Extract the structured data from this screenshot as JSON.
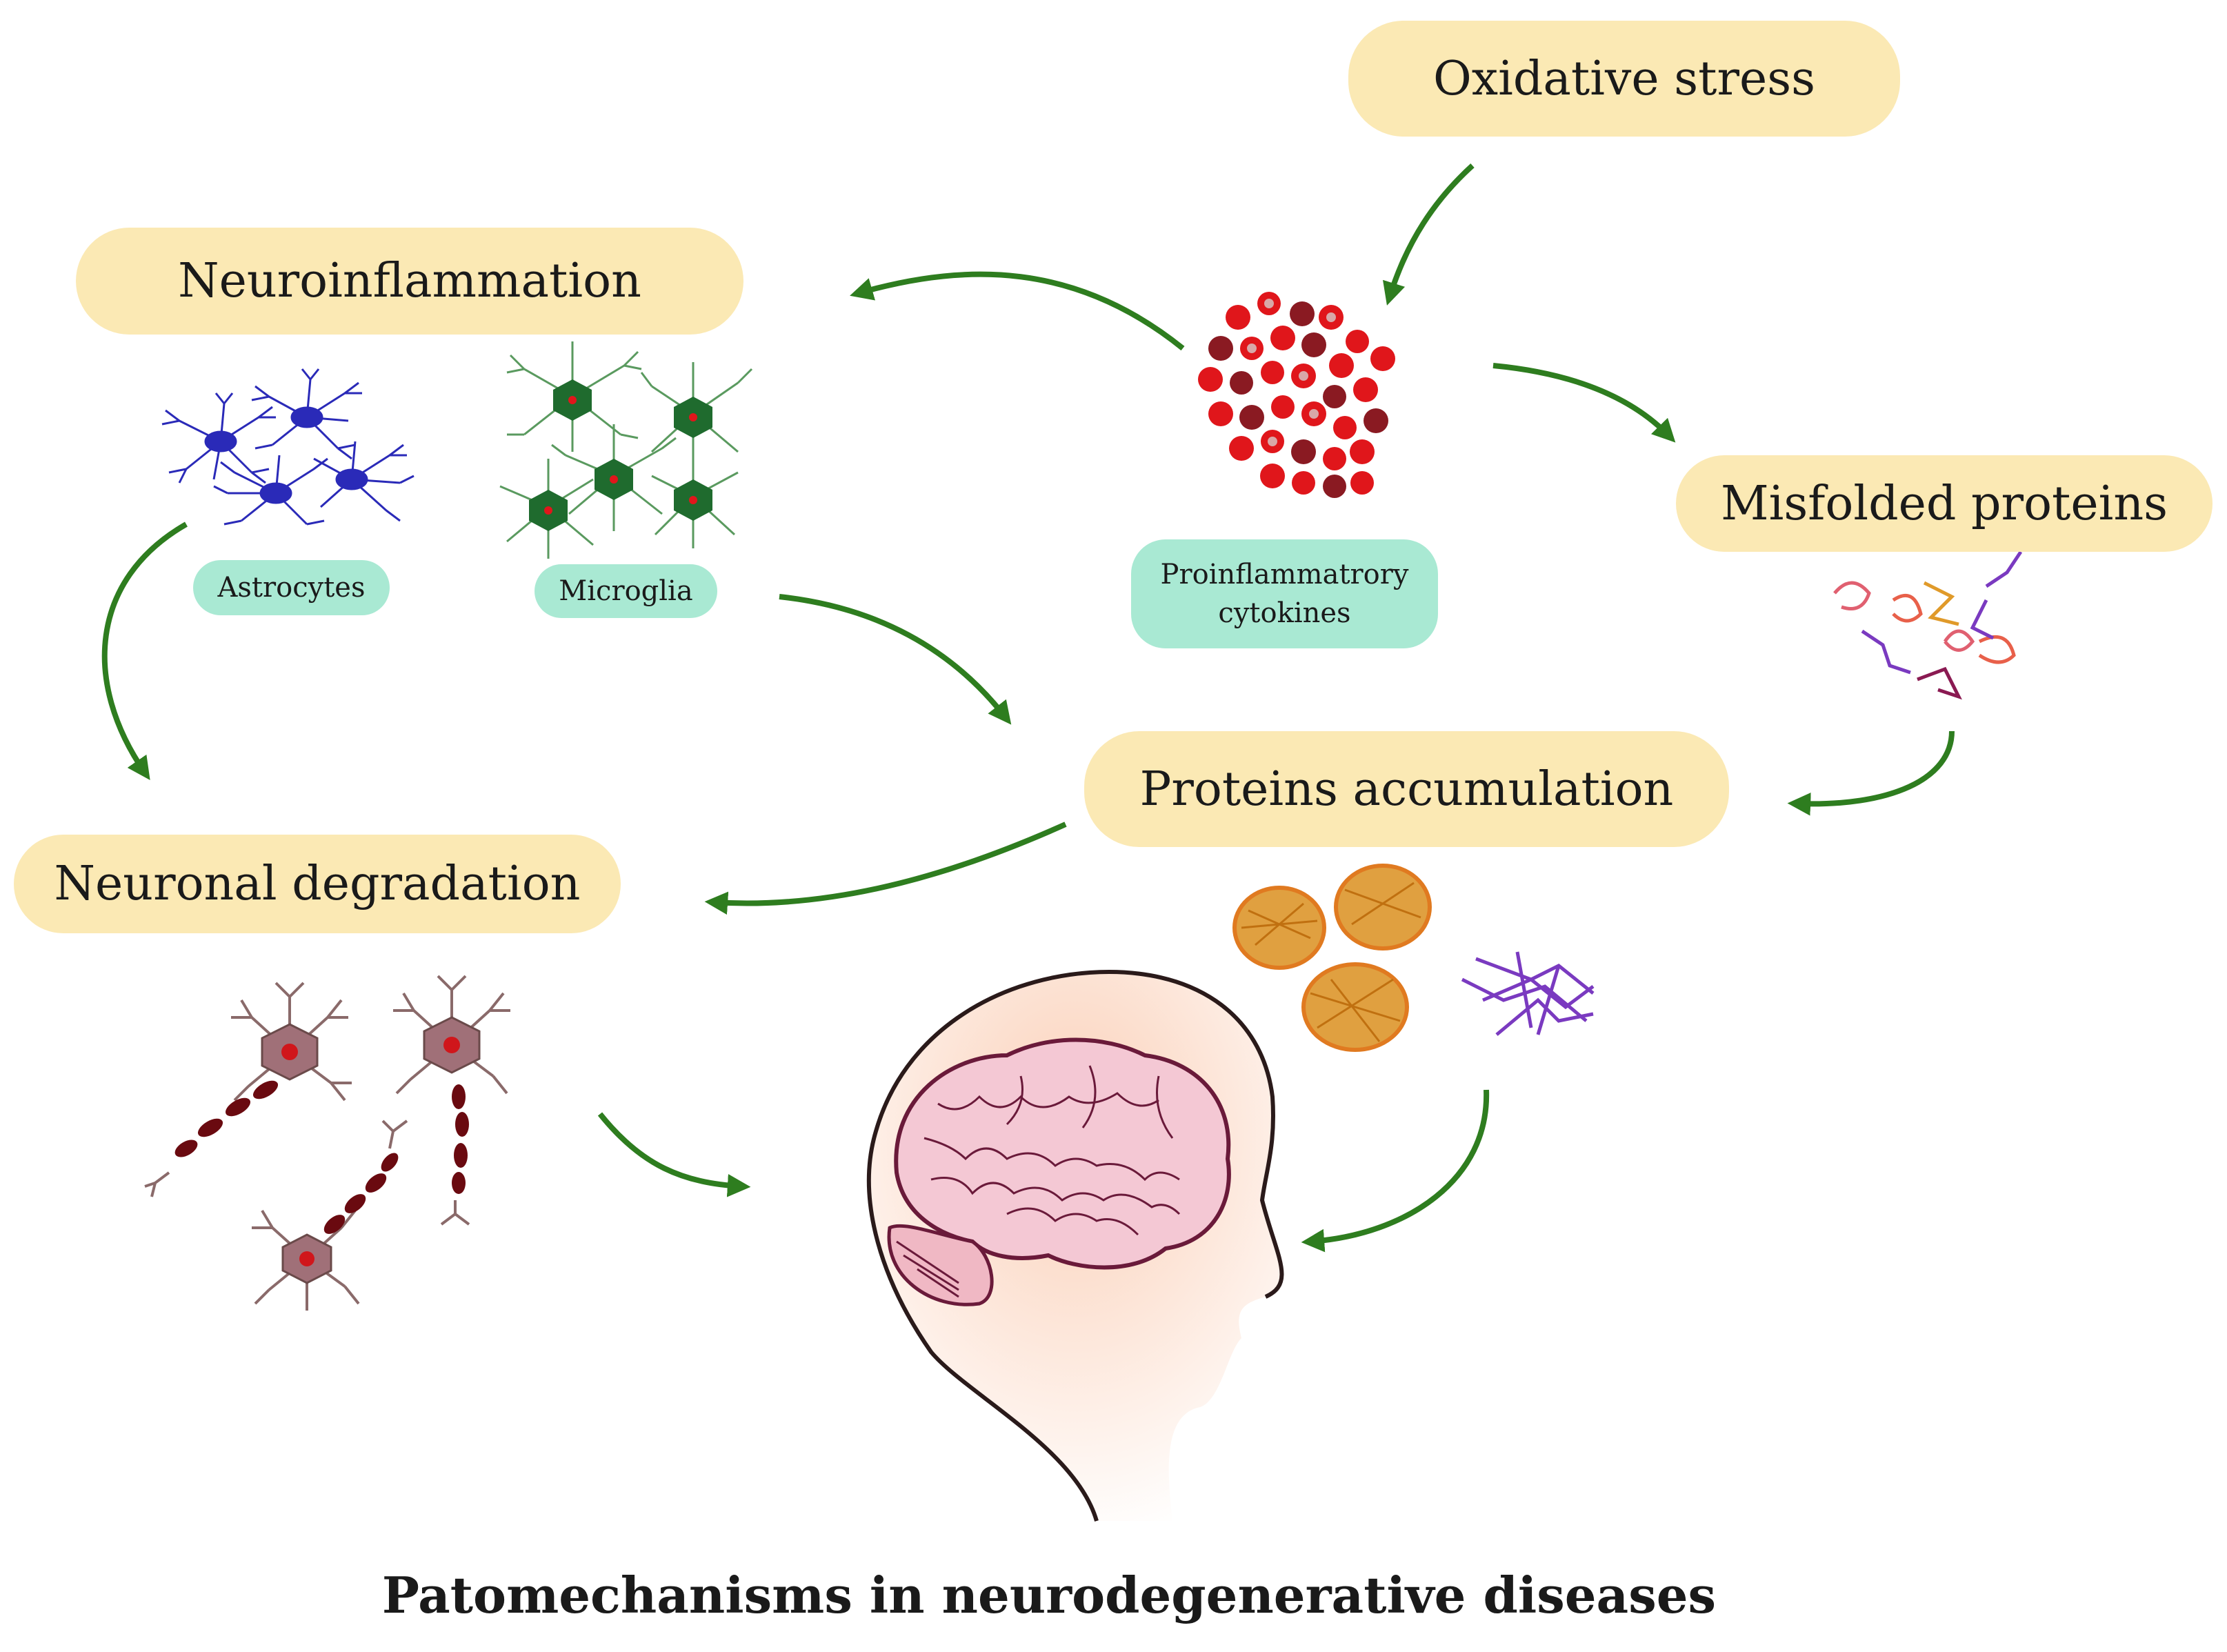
{
  "nodes": {
    "oxidative_stress": "Oxidative stress",
    "neuroinflammation": "Neuroinflammation",
    "misfolded_proteins": "Misfolded proteins",
    "proteins_accumulation": "Proteins accumulation",
    "neuronal_degradation": "Neuronal degradation"
  },
  "sublabels": {
    "astrocytes": "Astrocytes",
    "microglia": "Microglia",
    "cytokines_line1": "Proinflammatrory",
    "cytokines_line2": "cytokines"
  },
  "title": "Patomechanisms in neurodegenerative diseases",
  "colors": {
    "node_fill": "#fbe9b4",
    "sublabel_fill": "#a9e9d3",
    "arrow": "#2e7d1f",
    "astrocyte": "#2a2ab8",
    "microglia": "#1f6b2e",
    "cytokine_red": "#e0161b",
    "cytokine_dark": "#8a1a22",
    "brain": "#f4c8d4",
    "neuron": "#a07078",
    "amyloid": "#e09a2a",
    "fibril": "#7a3ac0"
  }
}
